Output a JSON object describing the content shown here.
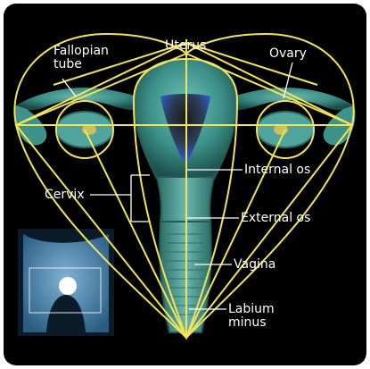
{
  "labels": {
    "fallopian_tube": [
      "Fallopian",
      "tube"
    ],
    "uterus": "Uterus",
    "ovary": "Ovary",
    "internal_os": "Internal os",
    "cervix": "Cervix",
    "external_os": "External os",
    "vagina": "Vagina",
    "labium_minus": [
      "Labium",
      "minus"
    ]
  },
  "colors": {
    "background": "#000000",
    "overlay_lines": "#f2e35a",
    "tissue": "#4a9e96",
    "tissue_dark": "#1f5f5a",
    "cavity_blue": "#2f5fd8",
    "label_text": "#ffffff"
  }
}
